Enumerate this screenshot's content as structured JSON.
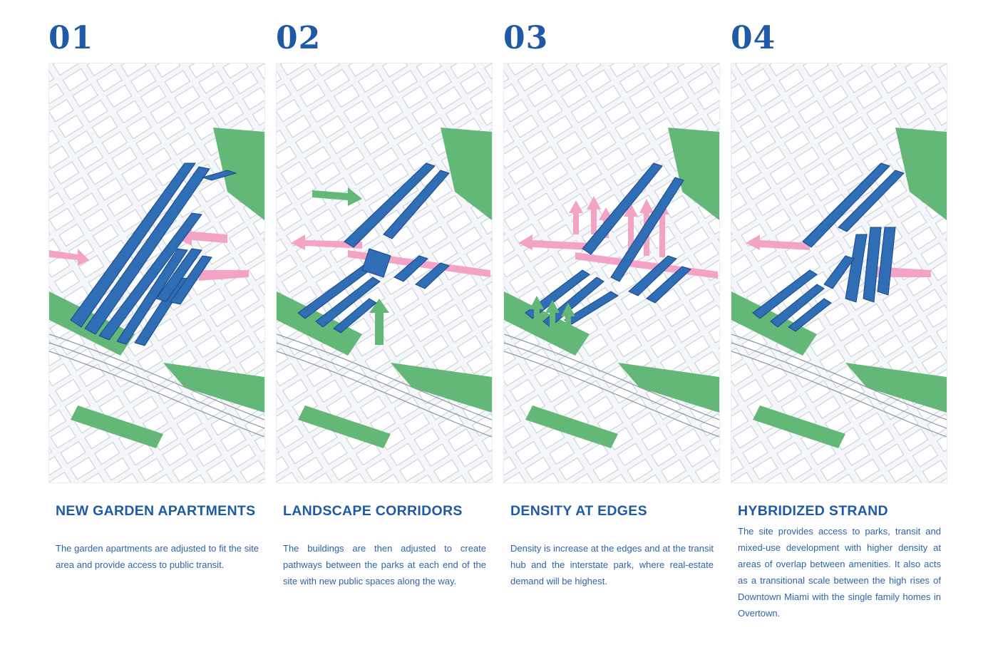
{
  "panels": [
    {
      "number": "01",
      "title": "NEW GARDEN APARTMENTS",
      "description": "The garden apartments are adjusted to fit the site area and provide access to public transit."
    },
    {
      "number": "02",
      "title": "LANDSCAPE CORRIDORS",
      "description": "The buildings are then adjusted to create pathways between the parks at each end of the site with new public spaces along the way."
    },
    {
      "number": "03",
      "title": "DENSITY AT EDGES",
      "description": "Density is increase at the edges and at the transit hub and the interstate park, where real-estate demand will be highest."
    },
    {
      "number": "04",
      "title": "HYBRIDIZED STRAND",
      "description": "The site provides access to parks, transit and mixed-use development with higher density at areas of overlap between amenities. It also acts as a transitional scale between the high rises of Downtown Miami with the single family homes in Overtown."
    }
  ],
  "colors": {
    "accent_blue": "#1f5aa6",
    "building_blue": "#2f6db5",
    "park_green": "#63b878",
    "transit_pink": "#f3a3c6",
    "context_gray": "#dfe4ea"
  }
}
